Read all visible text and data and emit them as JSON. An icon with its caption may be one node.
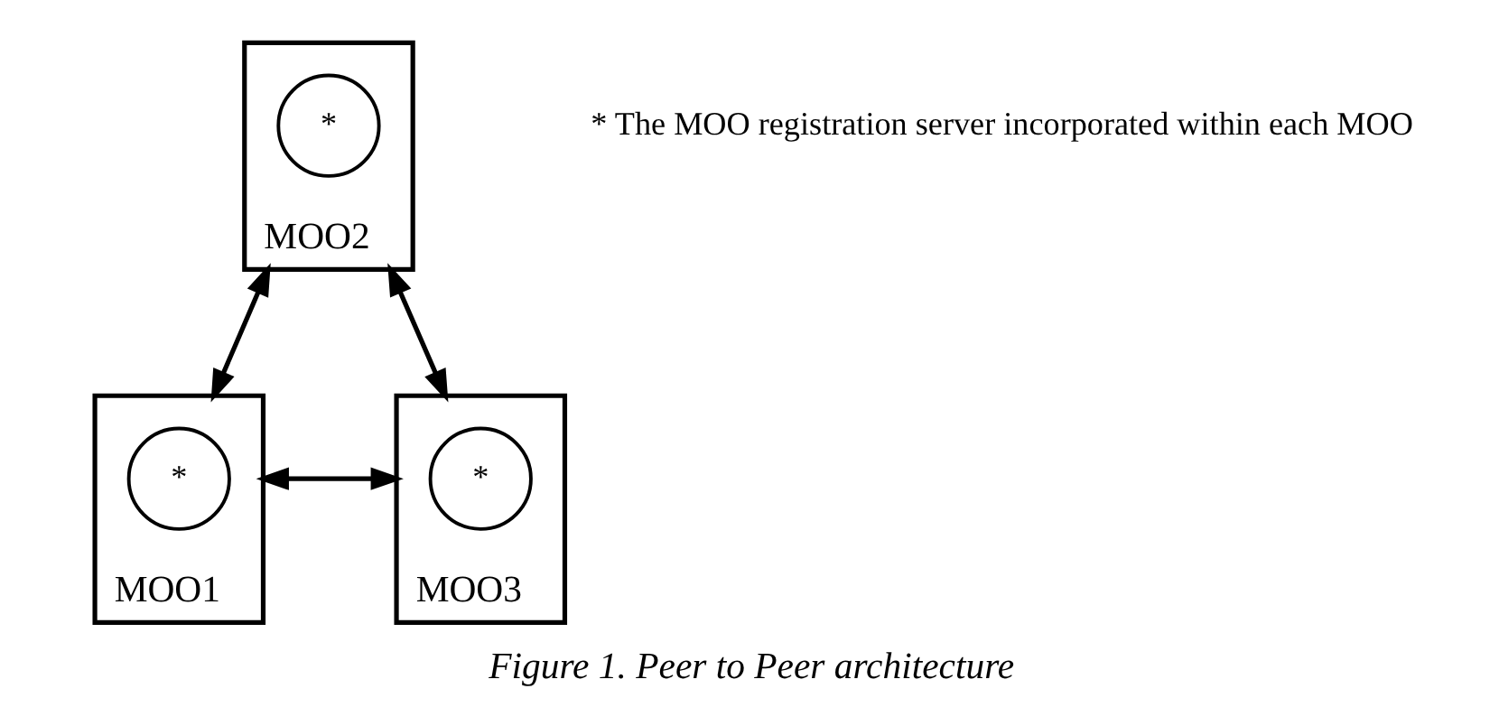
{
  "diagram": {
    "caption": "Figure 1. Peer to Peer architecture",
    "nodes": [
      {
        "text": [
          "MOO2"
        ]
      },
      {
        "text": [
          "*"
        ],
        "in": 0
      },
      {
        "text": [
          "MOO1"
        ]
      },
      {
        "text": [
          "*"
        ],
        "in": 2
      },
      {
        "text": [
          "MOO3"
        ]
      },
      {
        "text": [
          "*"
        ],
        "in": 4
      }
    ],
    "edges": [
      {
        "from": 0,
        "to": 2,
        "arrow": "both"
      },
      {
        "from": 0,
        "to": 4,
        "arrow": "both"
      },
      {
        "from": 2,
        "to": 4,
        "arrow": "both"
      }
    ],
    "labels": [
      "* The MOO registration server incorporated within each MOO"
    ]
  }
}
